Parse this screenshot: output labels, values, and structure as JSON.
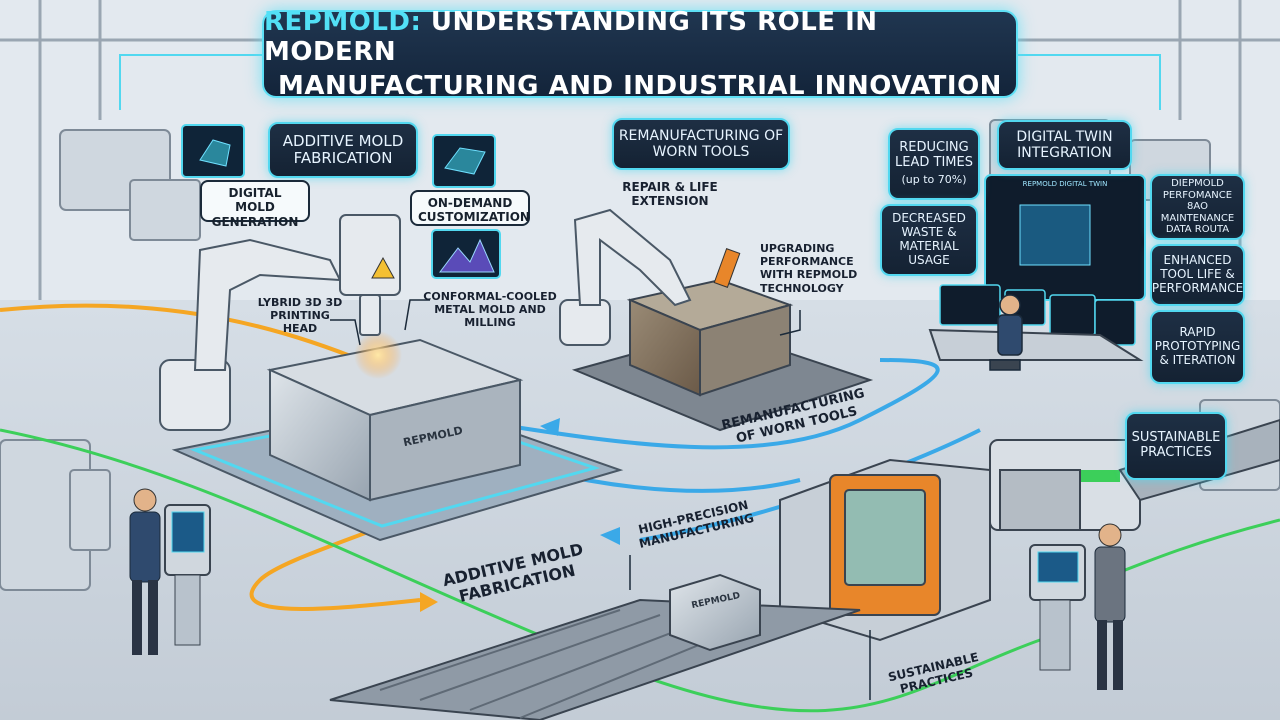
{
  "title": {
    "accent": "REPMOLD:",
    "line1_rest": " UNDERSTANDING ITS ROLE IN MODERN",
    "line2": "MANUFACTURING AND INDUSTRIAL INNOVATION"
  },
  "labels": {
    "additive_top": "ADDITIVE MOLD FABRICATION",
    "digital_mold": "DIGITAL MOLD GENERATION",
    "on_demand": "ON-DEMAND CUSTOMIZATION",
    "reman_top": "REMANUFACTURING OF WORN TOOLS",
    "repair": "REPAIR & LIFE EXTENSION",
    "reducing": "REDUCING LEAD TIMES",
    "reducing_sub": "(up to 70%)",
    "decreased": "DECREASED WASTE & MATERIAL USAGE",
    "digital_twin": "DIGITAL TWIN INTEGRATION",
    "perf_data": "DIEPMOLD PERFOMANCE 8AO MAINTENANCE DATA ROUTA",
    "enhanced": "ENHANCED TOOL LIFE & PERFORMANCE",
    "rapid": "RAPID PROTOTYPING & ITERATION",
    "sustainable_right": "SUSTAINABLE PRACTICES",
    "hybrid_head": "LYBRID 3D 3D PRINTING HEAD",
    "conformal": "CONFORMAL-COOLED METAL MOLD AND MILLING",
    "upgrading": "UPGRADING PERFORMANCE WITH REPMOLD TECHNOLOGY",
    "reman_floor": "REMANUFACTURING OF WORN TOOLS",
    "high_precision": "HIGH-PRECISION MANUFACTURING",
    "additive_floor": "ADDITIVE MOLD FABRICATION",
    "sustainable_floor": "SUSTAINABLE PRACTICES",
    "mold_brand": "REPMOLD",
    "conveyor_mold_brand": "REPMOLD",
    "screen_header": "REPMOLD DIGITAL TWIN"
  },
  "colors": {
    "neon": "#52d8f0",
    "box_bg": "#1a2a3d",
    "orange_flow": "#f5a623",
    "green_flow": "#3ccf5a",
    "blue_flow": "#3aa9e8",
    "machine_orange": "#e8862a",
    "metal": "#b8c2cc"
  },
  "icons": [
    "cube-hologram-icon",
    "mold-hologram-icon",
    "terrain-hologram-icon",
    "warning-icon"
  ]
}
